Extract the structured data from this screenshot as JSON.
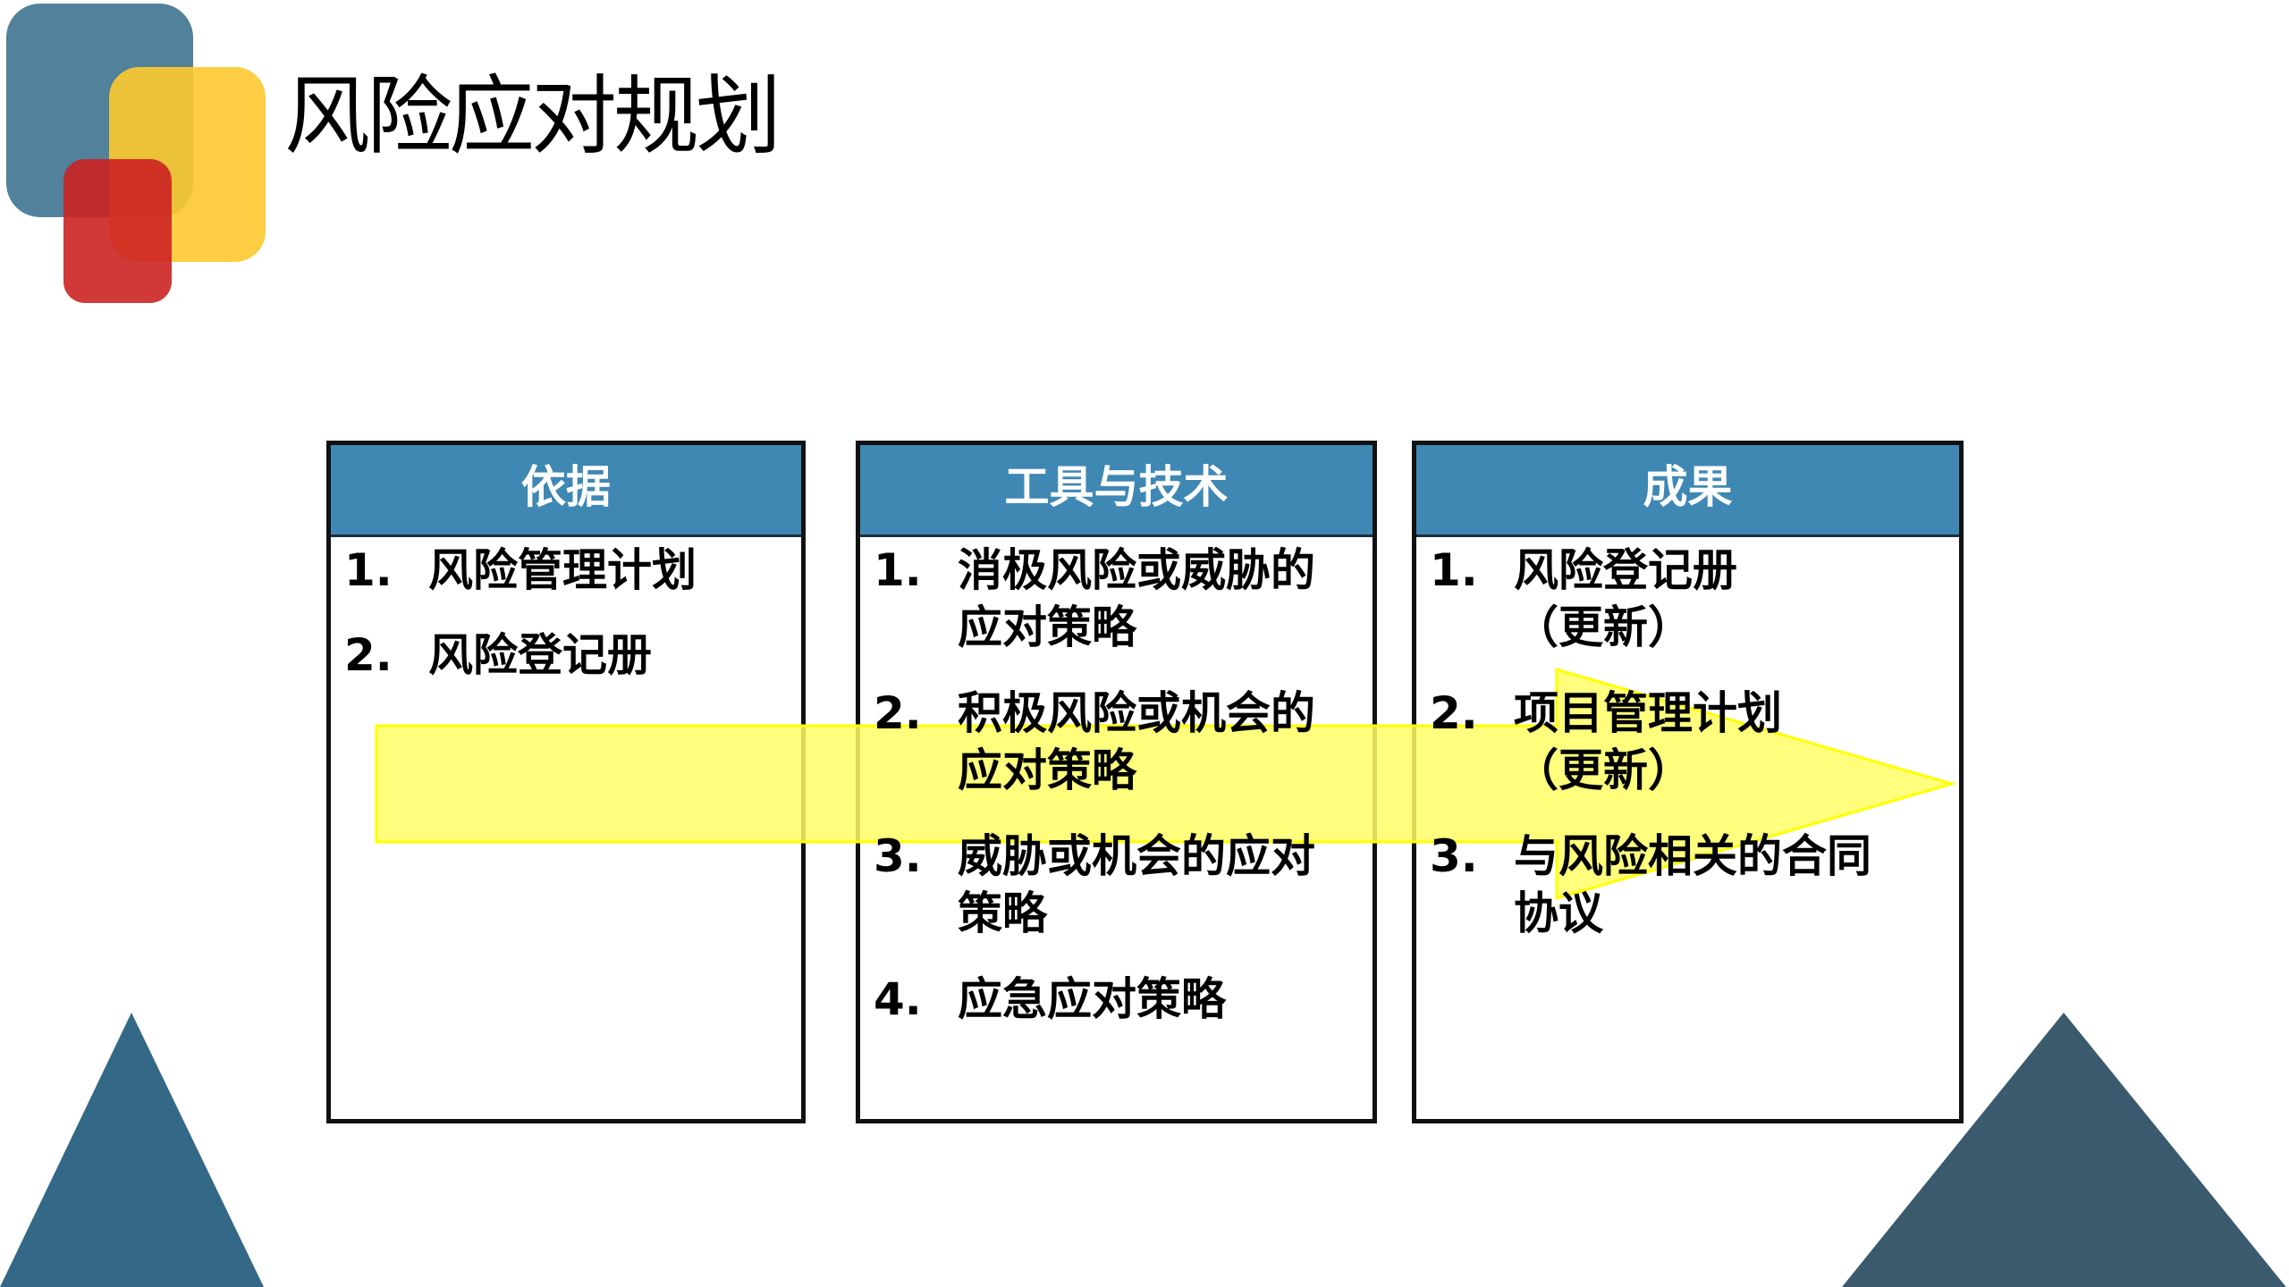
{
  "slide": {
    "title": "风险应对规划",
    "colors": {
      "logo_blue": "#51819b",
      "logo_yellow": "#fdc92f",
      "logo_red": "#cc3232",
      "header_blue": "#3f88b4",
      "arrow_fill": "#ffff80",
      "arrow_stroke": "#ffff00",
      "triangle_left": "#336886",
      "triangle_right": "#3b5a6e"
    }
  },
  "panels": [
    {
      "header": "依据",
      "items": [
        {
          "num": "1.",
          "text": "风险管理计划"
        },
        {
          "num": "2.",
          "text": "风险登记册"
        }
      ]
    },
    {
      "header": "工具与技术",
      "items": [
        {
          "num": "1.",
          "text": "消极风险或威胁的\n应对策略"
        },
        {
          "num": "2.",
          "text": "积极风险或机会的\n应对策略"
        },
        {
          "num": "3.",
          "text": "威胁或机会的应对\n策略"
        },
        {
          "num": "4.",
          "text": "应急应对策略"
        }
      ]
    },
    {
      "header": "成果",
      "items": [
        {
          "num": "1.",
          "text": "风险登记册\n（更新）"
        },
        {
          "num": "2.",
          "text": "项目管理计划\n（更新）"
        },
        {
          "num": "3.",
          "text": "与风险相关的合同\n协议"
        }
      ]
    }
  ]
}
